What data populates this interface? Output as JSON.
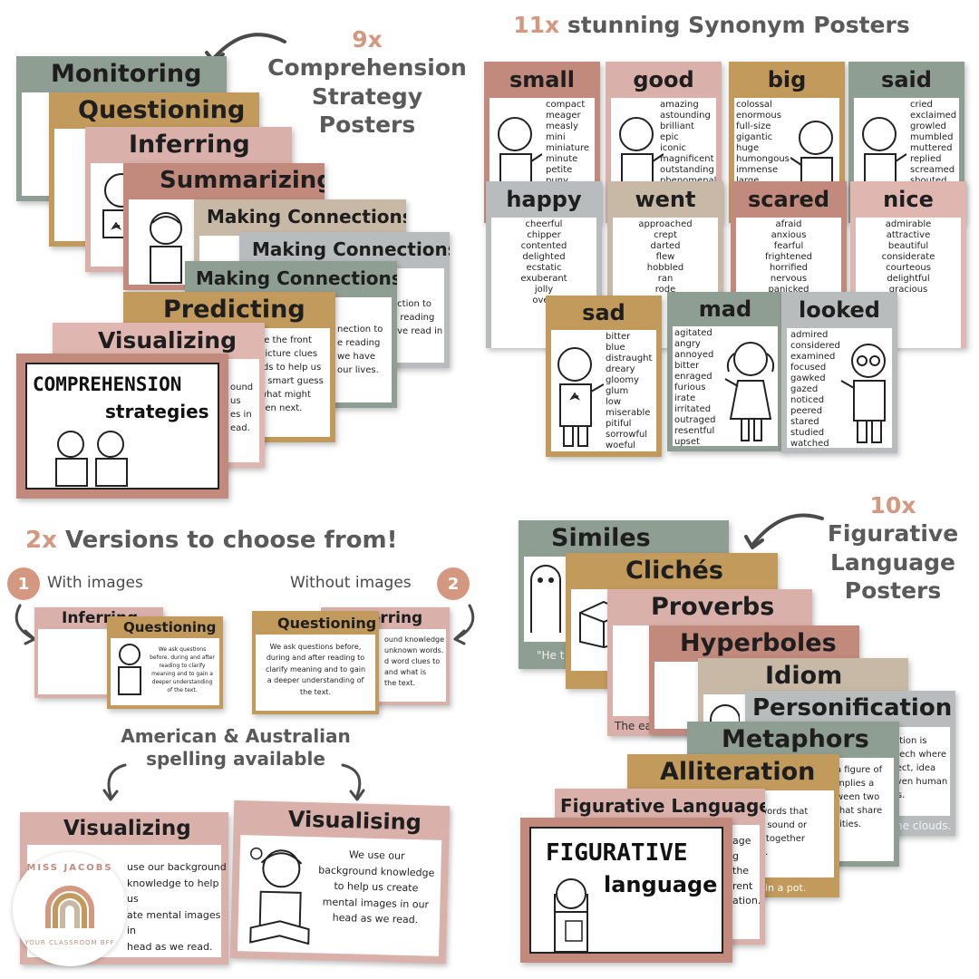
{
  "headings": {
    "comprehension": {
      "count": "9x",
      "line1": "Comprehension",
      "line2": "Strategy",
      "line3": "Posters"
    },
    "synonym": {
      "count": "11x",
      "text": "stunning Synonym Posters"
    },
    "versions": {
      "count": "2x",
      "text": "Versions to choose from!"
    },
    "figurative": {
      "count": "10x",
      "line1": "Figurative",
      "line2": "Language",
      "line3": "Posters"
    },
    "spelling": {
      "line1": "American & Australian",
      "line2": "spelling available"
    }
  },
  "comprehension_posters": [
    "Monitoring",
    "Questioning",
    "Inferring",
    "Summarizing",
    "Making Connections",
    "Making Connections",
    "Making Connections",
    "Predicting",
    "Visualizing"
  ],
  "comprehension_cover": {
    "title": "COMPREHENSION",
    "subtitle": "strategies"
  },
  "predicting_text": [
    "se the front",
    "picture clues",
    "rds to help us",
    "a smart guess",
    "what might",
    "pen next."
  ],
  "connections_text_a": [
    "nection to",
    "e reading",
    "we have",
    "our lives."
  ],
  "connections_text_b": [
    "ection to",
    "e reading",
    "ave read in"
  ],
  "visualizing_back_text": [
    "ound",
    "us",
    "es in",
    "ead."
  ],
  "synonyms": [
    {
      "word": "small",
      "list": [
        "compact",
        "meager",
        "measly",
        "mini",
        "miniature",
        "minute",
        "petite",
        "puny"
      ]
    },
    {
      "word": "good",
      "list": [
        "amazing",
        "astounding",
        "brilliant",
        "epic",
        "iconic",
        "magnificent",
        "outstanding",
        "phenomenal"
      ]
    },
    {
      "word": "big",
      "list": [
        "colossal",
        "enormous",
        "full-size",
        "gigantic",
        "huge",
        "humongous",
        "immense",
        "large"
      ]
    },
    {
      "word": "said",
      "list": [
        "cried",
        "exclaimed",
        "growled",
        "mumbled",
        "muttered",
        "replied",
        "screamed",
        "shouted"
      ]
    },
    {
      "word": "happy",
      "list": [
        "cheerful",
        "chipper",
        "contented",
        "delighted",
        "ecstatic",
        "exuberant",
        "jolly",
        "over-"
      ]
    },
    {
      "word": "went",
      "list": [
        "approached",
        "crept",
        "darted",
        "flew",
        "hobbled",
        "ran",
        "rode"
      ]
    },
    {
      "word": "scared",
      "list": [
        "afraid",
        "anxious",
        "fearful",
        "frightened",
        "horrified",
        "nervous",
        "panicked"
      ]
    },
    {
      "word": "nice",
      "list": [
        "admirable",
        "attractive",
        "beautiful",
        "considerate",
        "courteous",
        "delightful",
        "gracious"
      ]
    },
    {
      "word": "sad",
      "list": [
        "bitter",
        "blue",
        "distraught",
        "dreary",
        "gloomy",
        "glum",
        "low",
        "miserable",
        "pitiful",
        "sorrowful",
        "woeful"
      ]
    },
    {
      "word": "mad",
      "list": [
        "agitated",
        "angry",
        "annoyed",
        "bitter",
        "enraged",
        "furious",
        "irate",
        "irritated",
        "outraged",
        "resentful",
        "upset"
      ]
    },
    {
      "word": "looked",
      "list": [
        "admired",
        "considered",
        "examined",
        "focused",
        "gawked",
        "gazed",
        "noticed",
        "peered",
        "stared",
        "studied",
        "watched"
      ]
    }
  ],
  "versions": {
    "left": {
      "num": "1",
      "label": "With images"
    },
    "right": {
      "num": "2",
      "label": "Without images"
    },
    "card_back": "Inferring",
    "card_front": "Questioning",
    "questioning_text": "We ask questions before, during and after reading to clarify meaning and to gain a deeper understanding of the text.",
    "inferring_text": [
      "ound knowledge",
      "unknown words.",
      "d word clues to",
      "and what is",
      "the text."
    ]
  },
  "spelling_cards": [
    {
      "title": "Visualizing",
      "text": [
        "use our background",
        "knowledge to help us",
        "ate mental images in",
        "head as we read."
      ]
    },
    {
      "title": "Visualising",
      "text": "We use our background knowledge to help us create mental images in our head as we read."
    }
  ],
  "figurative_posters": [
    "Similes",
    "Clichés",
    "Proverbs",
    "Hyperboles",
    "Idiom",
    "Personification",
    "Metaphors",
    "Alliteration",
    "Figurative Language"
  ],
  "figurative_cover": {
    "title": "FIGURATIVE",
    "subtitle": "language"
  },
  "figurative_snippets": {
    "similes": "\"He t",
    "proverbs": "The ea",
    "personification": [
      "ation is",
      "eech where",
      "ject, idea",
      "iven human",
      "ts."
    ],
    "personification_foot": "he clouds.",
    "metaphors": [
      "a figure of",
      "mplies a",
      "ween two",
      "that share",
      "rities."
    ],
    "alliteration": [
      "hen words that",
      "same sound or",
      "close together",
      "tence."
    ],
    "alliteration_foot": "nias in a pot.",
    "figlang": [
      "age",
      "g",
      "the",
      "rent",
      "ation."
    ]
  },
  "logo": {
    "name": "MISS JACOBS",
    "tagline": "YOUR CLASSROOM BFF"
  },
  "colors": {
    "sage": "#8f9e92",
    "mustard": "#c29a5b",
    "pink": "#d9b1aa",
    "rose": "#c28a7d",
    "beige": "#c8b9a6",
    "grey": "#b9bcbc",
    "accent": "#d4977f"
  }
}
